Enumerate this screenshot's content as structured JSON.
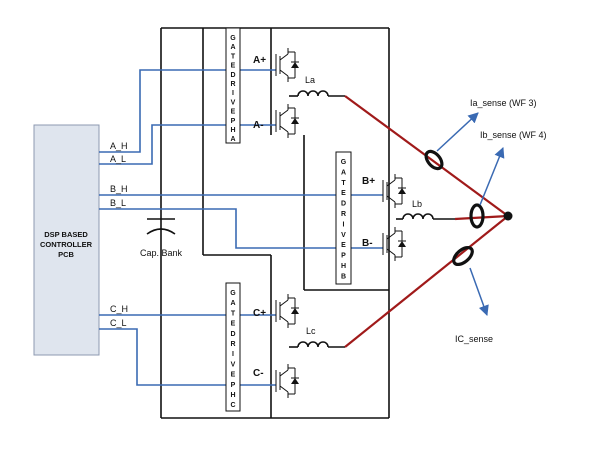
{
  "colors": {
    "signal_wire": "#3a6ab3",
    "power_wire": "#a01a1a",
    "sense_arrow": "#3a6ab3",
    "pcb_fill": "#dfe5ee",
    "pcb_stroke": "#8c99b0",
    "ink": "#111111"
  },
  "controller": {
    "label_lines": [
      "DSP BASED",
      "CONTROLLER",
      "PCB"
    ]
  },
  "signals": {
    "a_h": "A_H",
    "a_l": "A_L",
    "b_h": "B_H",
    "b_l": "B_L",
    "c_h": "C_H",
    "c_l": "C_L"
  },
  "capacitor": {
    "label": "Cap. Bank"
  },
  "gate_drives": [
    {
      "id": "pha",
      "letters": [
        "G",
        "A",
        "T",
        "E",
        "D",
        "R",
        "I",
        "V",
        "E",
        "P",
        "H",
        "A"
      ]
    },
    {
      "id": "phb",
      "letters": [
        "G",
        "A",
        "T",
        "E",
        "D",
        "R",
        "I",
        "V",
        "E",
        "P",
        "H",
        "B"
      ]
    },
    {
      "id": "phc",
      "letters": [
        "G",
        "A",
        "T",
        "E",
        "D",
        "R",
        "I",
        "V",
        "E",
        "P",
        "H",
        "C"
      ]
    }
  ],
  "switches": {
    "a_plus": "A+",
    "a_minus": "A-",
    "b_plus": "B+",
    "b_minus": "B-",
    "c_plus": "C+",
    "c_minus": "C-"
  },
  "inductors": {
    "la": "La",
    "lb": "Lb",
    "lc": "Lc"
  },
  "sensors": {
    "ia": "Ia_sense (WF 3)",
    "ib": "Ib_sense (WF 4)",
    "ic": "IC_sense"
  }
}
